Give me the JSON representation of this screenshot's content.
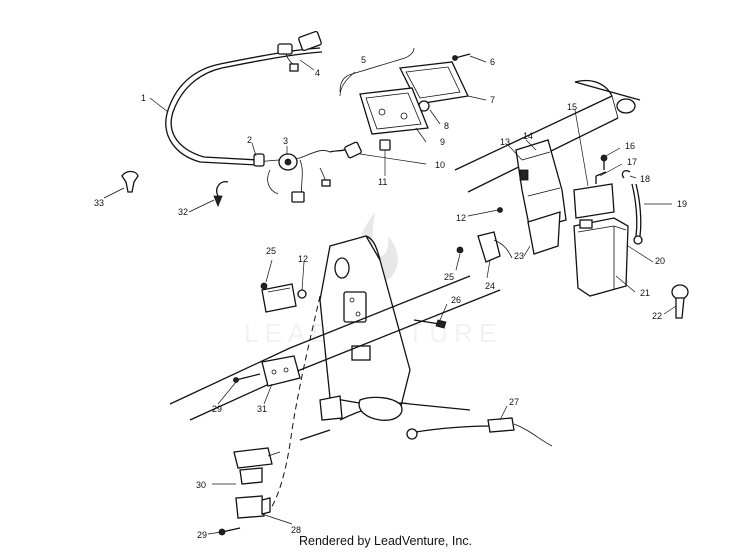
{
  "watermark": {
    "text": "LEADVENTURE"
  },
  "credit": {
    "text": "Rendered by LeadVenture, Inc."
  },
  "callouts": [
    "1",
    "2",
    "3",
    "4",
    "5",
    "6",
    "7",
    "8",
    "9",
    "10",
    "11",
    "12",
    "12",
    "13",
    "14",
    "15",
    "16",
    "17",
    "18",
    "19",
    "20",
    "21",
    "22",
    "23",
    "24",
    "25",
    "25",
    "26",
    "27",
    "28",
    "29",
    "29",
    "30",
    "31",
    "32",
    "33"
  ],
  "colors": {
    "line": "#111111",
    "background": "#ffffff",
    "watermark": "#bdbdbd"
  },
  "icons": {
    "watermark_mark": "flame-logo-icon"
  }
}
